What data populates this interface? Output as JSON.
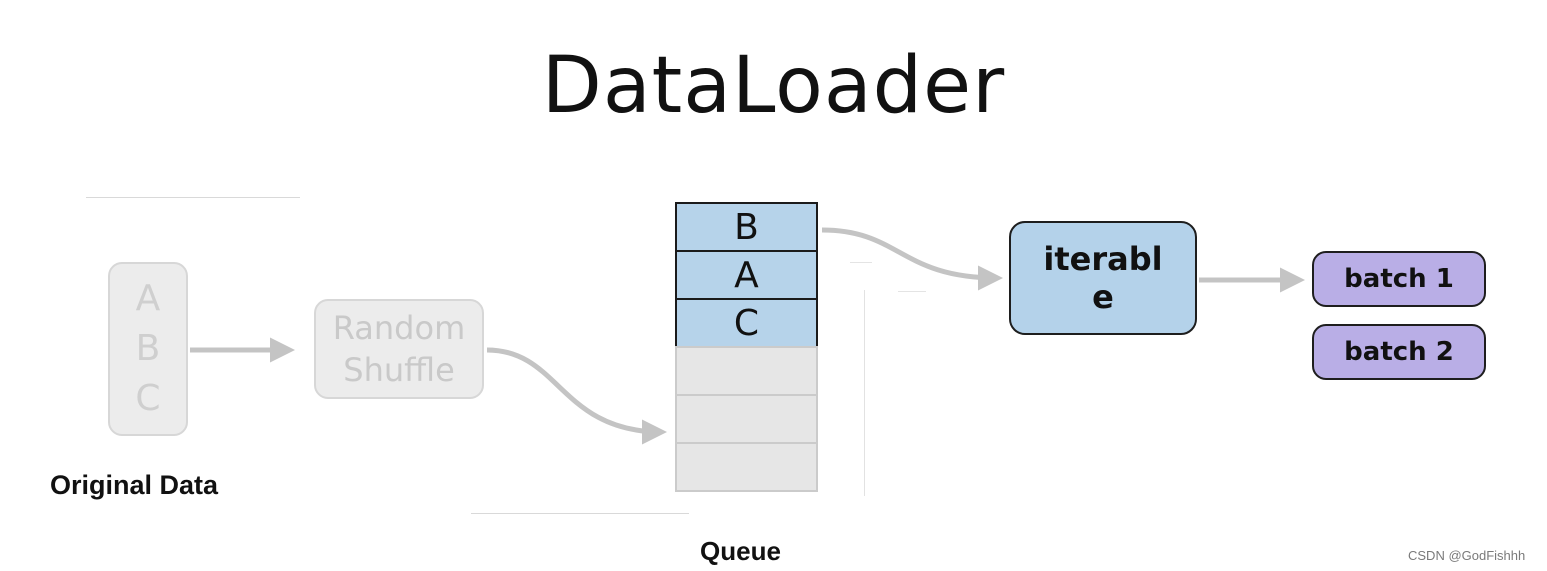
{
  "title": "DataLoader",
  "original_data": {
    "label": "Original Data",
    "letters": [
      "A",
      "B",
      "C"
    ]
  },
  "shuffle": {
    "line1": "Random",
    "line2": "Shuffle"
  },
  "queue": {
    "label": "Queue",
    "cells": [
      "B",
      "A",
      "C",
      "",
      "",
      ""
    ]
  },
  "iterable": {
    "label": "iterable"
  },
  "batches": [
    "batch 1",
    "batch 2"
  ],
  "watermark": "CSDN @GodFishhh",
  "colors": {
    "queue_filled": "#b6d3ea",
    "iterable_fill": "#b4d2ea",
    "batch_fill": "#b9aee6",
    "faded": "#cfcfcf",
    "arrow": "#c4c4c4"
  }
}
